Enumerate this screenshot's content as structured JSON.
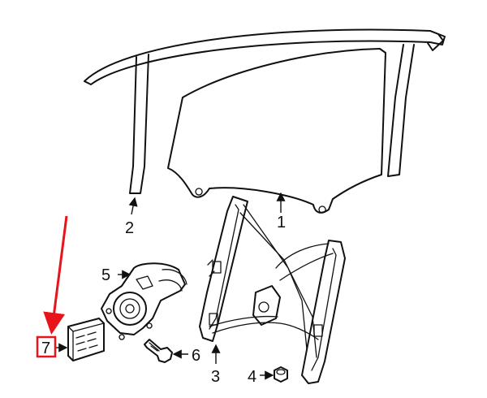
{
  "callouts": {
    "c1": "1",
    "c2": "2",
    "c3": "3",
    "c4": "4",
    "c5": "5",
    "c6": "6",
    "c7": "7"
  },
  "highlight": {
    "callout": "7",
    "color": "#e8141c"
  },
  "line_color": "#111111",
  "background": "#ffffff"
}
